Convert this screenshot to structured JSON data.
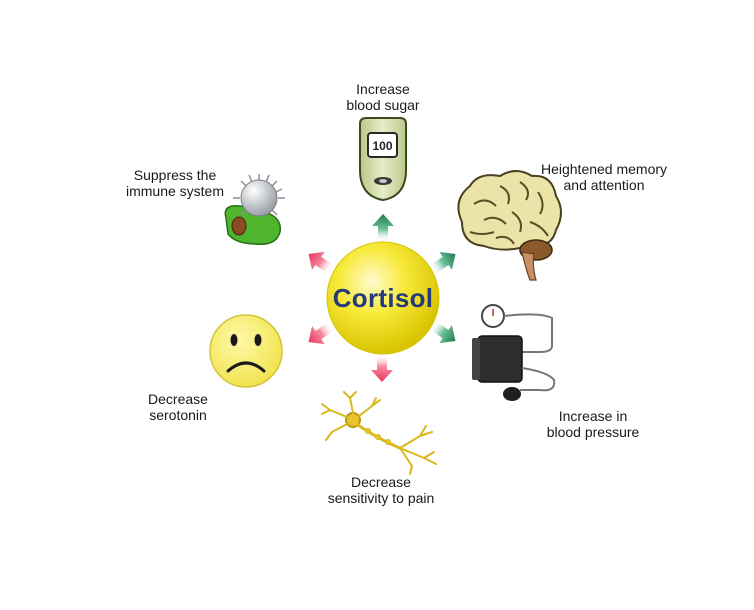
{
  "center": {
    "label": "Cortisol",
    "color": "#f2e21c",
    "text_color": "#243a7a"
  },
  "effects": {
    "blood_sugar": {
      "line1": "Increase",
      "line2": "blood sugar",
      "meter_value": "100",
      "direction": "increase"
    },
    "memory": {
      "line1": "Heightened memory",
      "line2": "and attention",
      "direction": "increase"
    },
    "blood_pressure": {
      "line1": "Increase in",
      "line2": "blood pressure",
      "direction": "increase"
    },
    "pain": {
      "line1": "Decrease",
      "line2": "sensitivity to pain",
      "direction": "decrease"
    },
    "serotonin": {
      "line1": "Decrease",
      "line2": "serotonin",
      "direction": "decrease"
    },
    "immune": {
      "line1": "Suppress the",
      "line2": "immune system",
      "direction": "decrease"
    }
  },
  "colors": {
    "increase_arrow": "#1f7a52",
    "decrease_arrow": "#e8355a"
  },
  "icons": {
    "blood_sugar": "glucose-meter-icon",
    "memory": "brain-icon",
    "blood_pressure": "blood-pressure-monitor-icon",
    "pain": "neuron-icon",
    "serotonin": "sad-face-icon",
    "immune": "immune-cell-icon"
  }
}
